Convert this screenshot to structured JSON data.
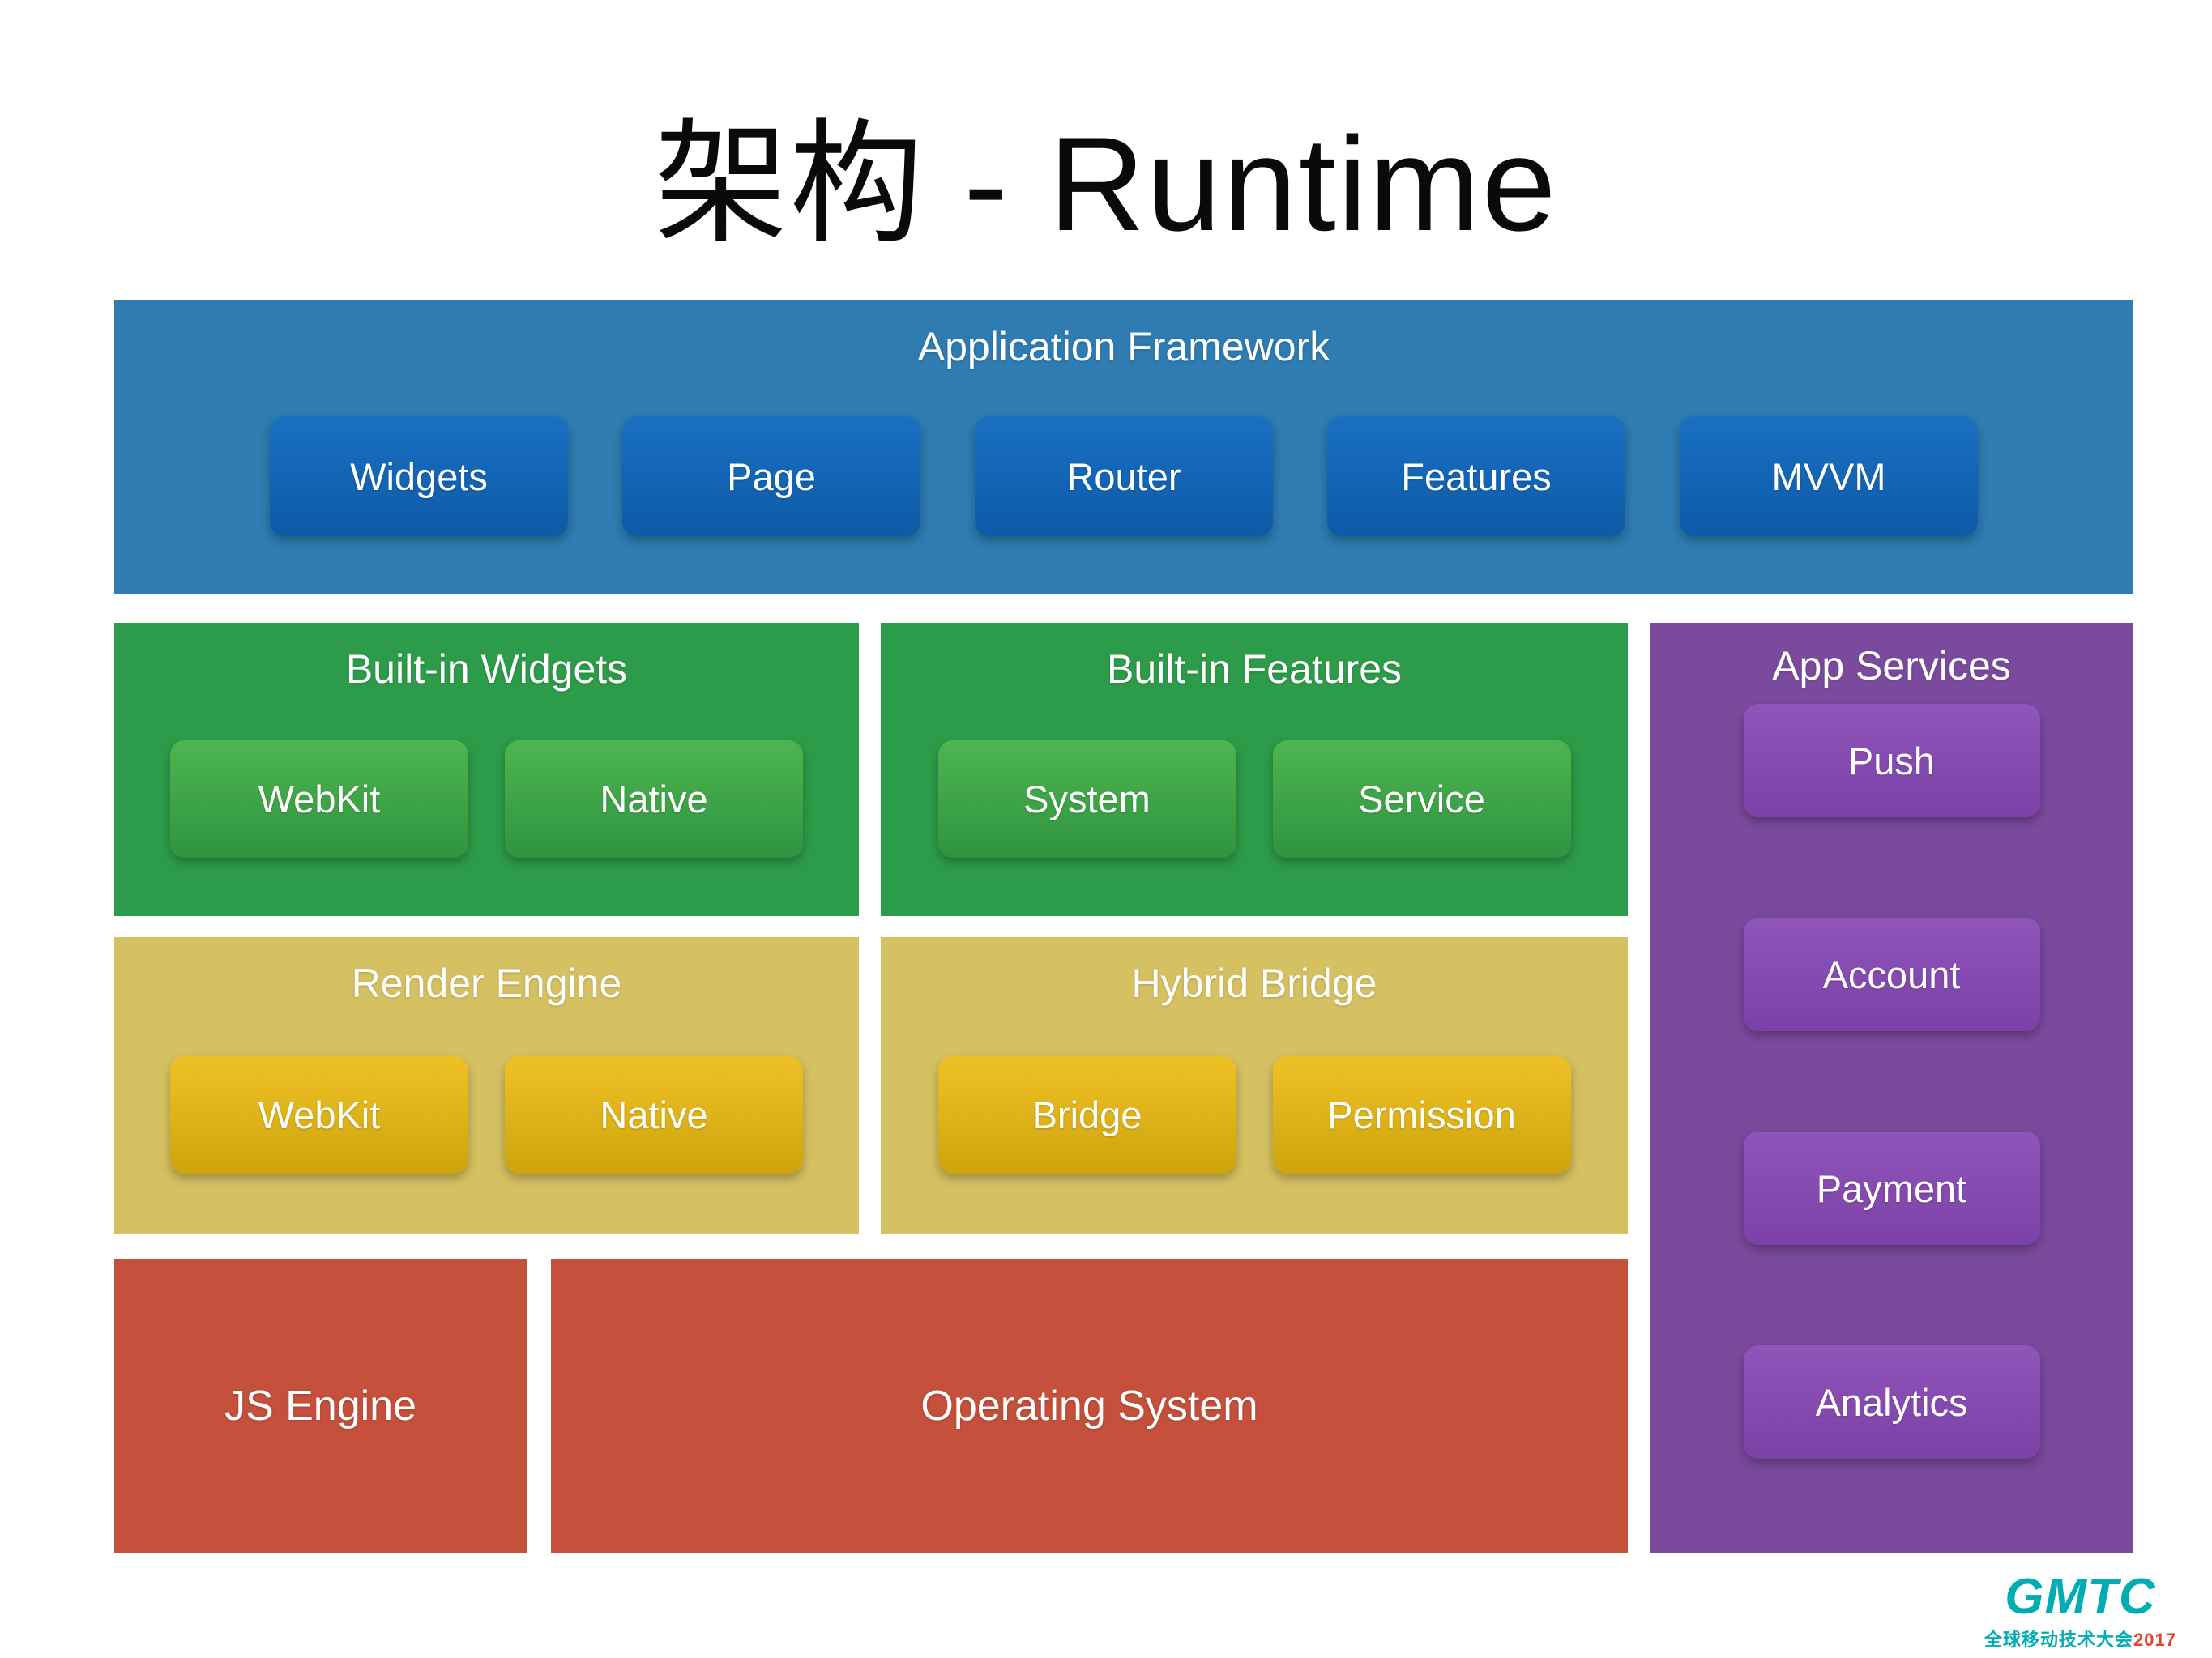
{
  "title": "架构 - Runtime",
  "app_framework": {
    "title": "Application Framework",
    "buttons": [
      "Widgets",
      "Page",
      "Router",
      "Features",
      "MVVM"
    ]
  },
  "built_in_widgets": {
    "title": "Built-in Widgets",
    "buttons": [
      "WebKit",
      "Native"
    ]
  },
  "built_in_features": {
    "title": "Built-in Features",
    "buttons": [
      "System",
      "Service"
    ]
  },
  "render_engine": {
    "title": "Render Engine",
    "buttons": [
      "WebKit",
      "Native"
    ]
  },
  "hybrid_bridge": {
    "title": "Hybrid Bridge",
    "buttons": [
      "Bridge",
      "Permission"
    ]
  },
  "app_services": {
    "title": "App Services",
    "buttons": [
      "Push",
      "Account",
      "Payment",
      "Analytics"
    ]
  },
  "js_engine": {
    "title": "JS Engine"
  },
  "operating_system": {
    "title": "Operating System"
  },
  "logo": {
    "brand": "GMTC",
    "subtitle": "全球移动技术大会",
    "year": "2017"
  },
  "colors": {
    "app_framework_panel": "#2e7cb2",
    "app_framework_button": "#1266b4",
    "builtin_panel": "#2d9c4a",
    "builtin_button": "#3fa845",
    "engine_panel": "#d6c162",
    "engine_button": "#e0b31b",
    "os_panel": "#c5503b",
    "services_panel": "#7b4a9d",
    "services_button": "#8c55b4",
    "logo_teal": "#00adb5",
    "logo_red": "#e8412c"
  }
}
